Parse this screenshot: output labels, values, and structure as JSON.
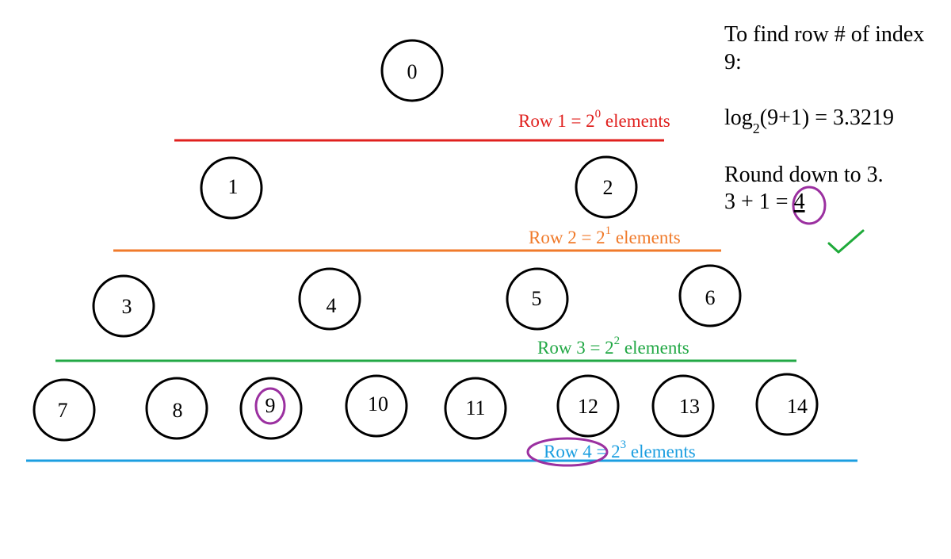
{
  "nodes": [
    "0",
    "1",
    "2",
    "3",
    "4",
    "5",
    "6",
    "7",
    "8",
    "9",
    "10",
    "11",
    "12",
    "13",
    "14"
  ],
  "rows": [
    {
      "prefix": "Row 1 =  2",
      "exponent": "0",
      "suffix": " elements",
      "color": "#e0201e"
    },
    {
      "prefix": "Row 2 =  2",
      "exponent": "1",
      "suffix": " elements",
      "color": "#f07a2a"
    },
    {
      "prefix": "Row 3 =  2",
      "exponent": "2",
      "suffix": " elements",
      "color": "#22a845"
    },
    {
      "prefix": "Row 4 =  2",
      "exponent": "3",
      "suffix": " elements",
      "color": "#1b9ee0"
    }
  ],
  "notes": {
    "line1": "To find row # of index",
    "line2": "9:",
    "log_word": "log",
    "log_base": "2",
    "log_rest": "(9+1) = 3.3219",
    "round": "Round down to 3.",
    "sum_prefix": "3 + 1 = ",
    "sum_result": "4"
  },
  "colors": {
    "highlight": "#9b30a0",
    "check": "#1faa3a"
  },
  "icons": {
    "check": "check-mark-icon"
  }
}
